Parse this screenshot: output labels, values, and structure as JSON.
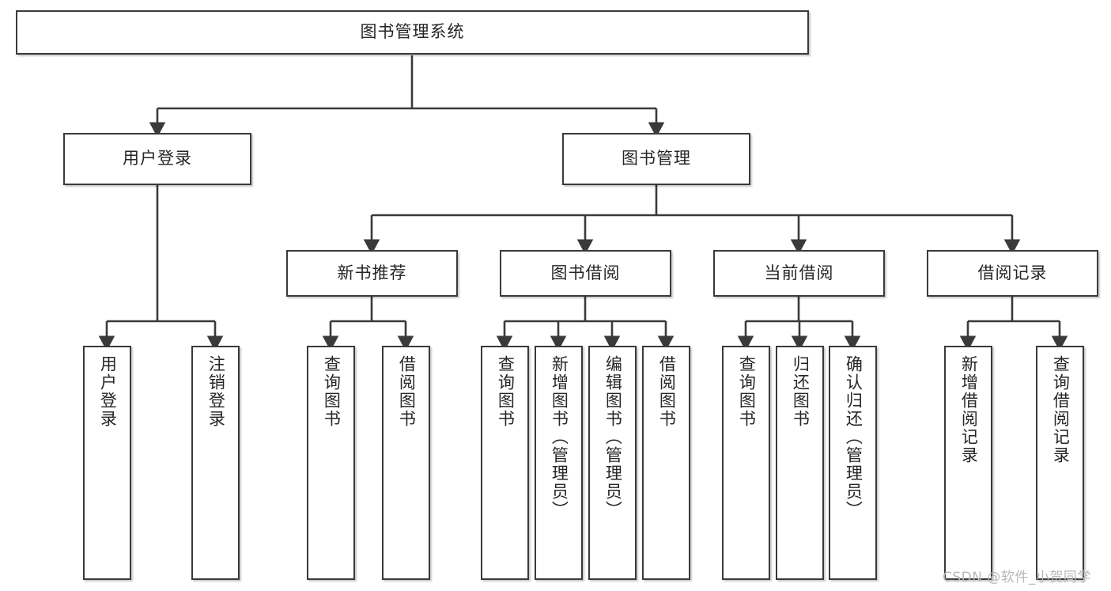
{
  "diagram": {
    "title": "图书管理系统",
    "type": "tree-hierarchy-chart",
    "orientation": "top-down",
    "colors": {
      "box_border": "#3a3a3a",
      "box_fill": "#ffffff",
      "connector": "#3a3a3a",
      "text": "#262626",
      "watermark": "#b8b8b8"
    }
  },
  "root": {
    "label": "图书管理系统"
  },
  "level2": [
    {
      "id": "user-login",
      "label": "用户登录"
    },
    {
      "id": "book-management",
      "label": "图书管理"
    }
  ],
  "level3": [
    {
      "id": "new-book-recommend",
      "label": "新书推荐"
    },
    {
      "id": "book-borrow",
      "label": "图书借阅"
    },
    {
      "id": "current-borrow",
      "label": "当前借阅"
    },
    {
      "id": "borrow-records",
      "label": "借阅记录"
    }
  ],
  "leaves": {
    "user_login": [
      {
        "id": "leaf-user-login",
        "label": "用户登录"
      },
      {
        "id": "leaf-logout-login",
        "label": "注销登录"
      }
    ],
    "new_book_recommend": [
      {
        "id": "leaf-query-book-1",
        "label": "查询图书"
      },
      {
        "id": "leaf-borrow-book-1",
        "label": "借阅图书"
      }
    ],
    "book_borrow": [
      {
        "id": "leaf-query-book-2",
        "label": "查询图书"
      },
      {
        "id": "leaf-add-book",
        "label": "新增图书（管理员）"
      },
      {
        "id": "leaf-edit-book",
        "label": "编辑图书（管理员）"
      },
      {
        "id": "leaf-borrow-book-2",
        "label": "借阅图书"
      }
    ],
    "current_borrow": [
      {
        "id": "leaf-query-book-3",
        "label": "查询图书"
      },
      {
        "id": "leaf-return-book",
        "label": "归还图书"
      },
      {
        "id": "leaf-confirm-return",
        "label": "确认归还（管理员）"
      }
    ],
    "borrow_records": [
      {
        "id": "leaf-add-record",
        "label": "新增借阅记录"
      },
      {
        "id": "leaf-query-record",
        "label": "查询借阅记录"
      }
    ]
  },
  "watermark": {
    "text": "CSDN @软件_小贺同学"
  }
}
